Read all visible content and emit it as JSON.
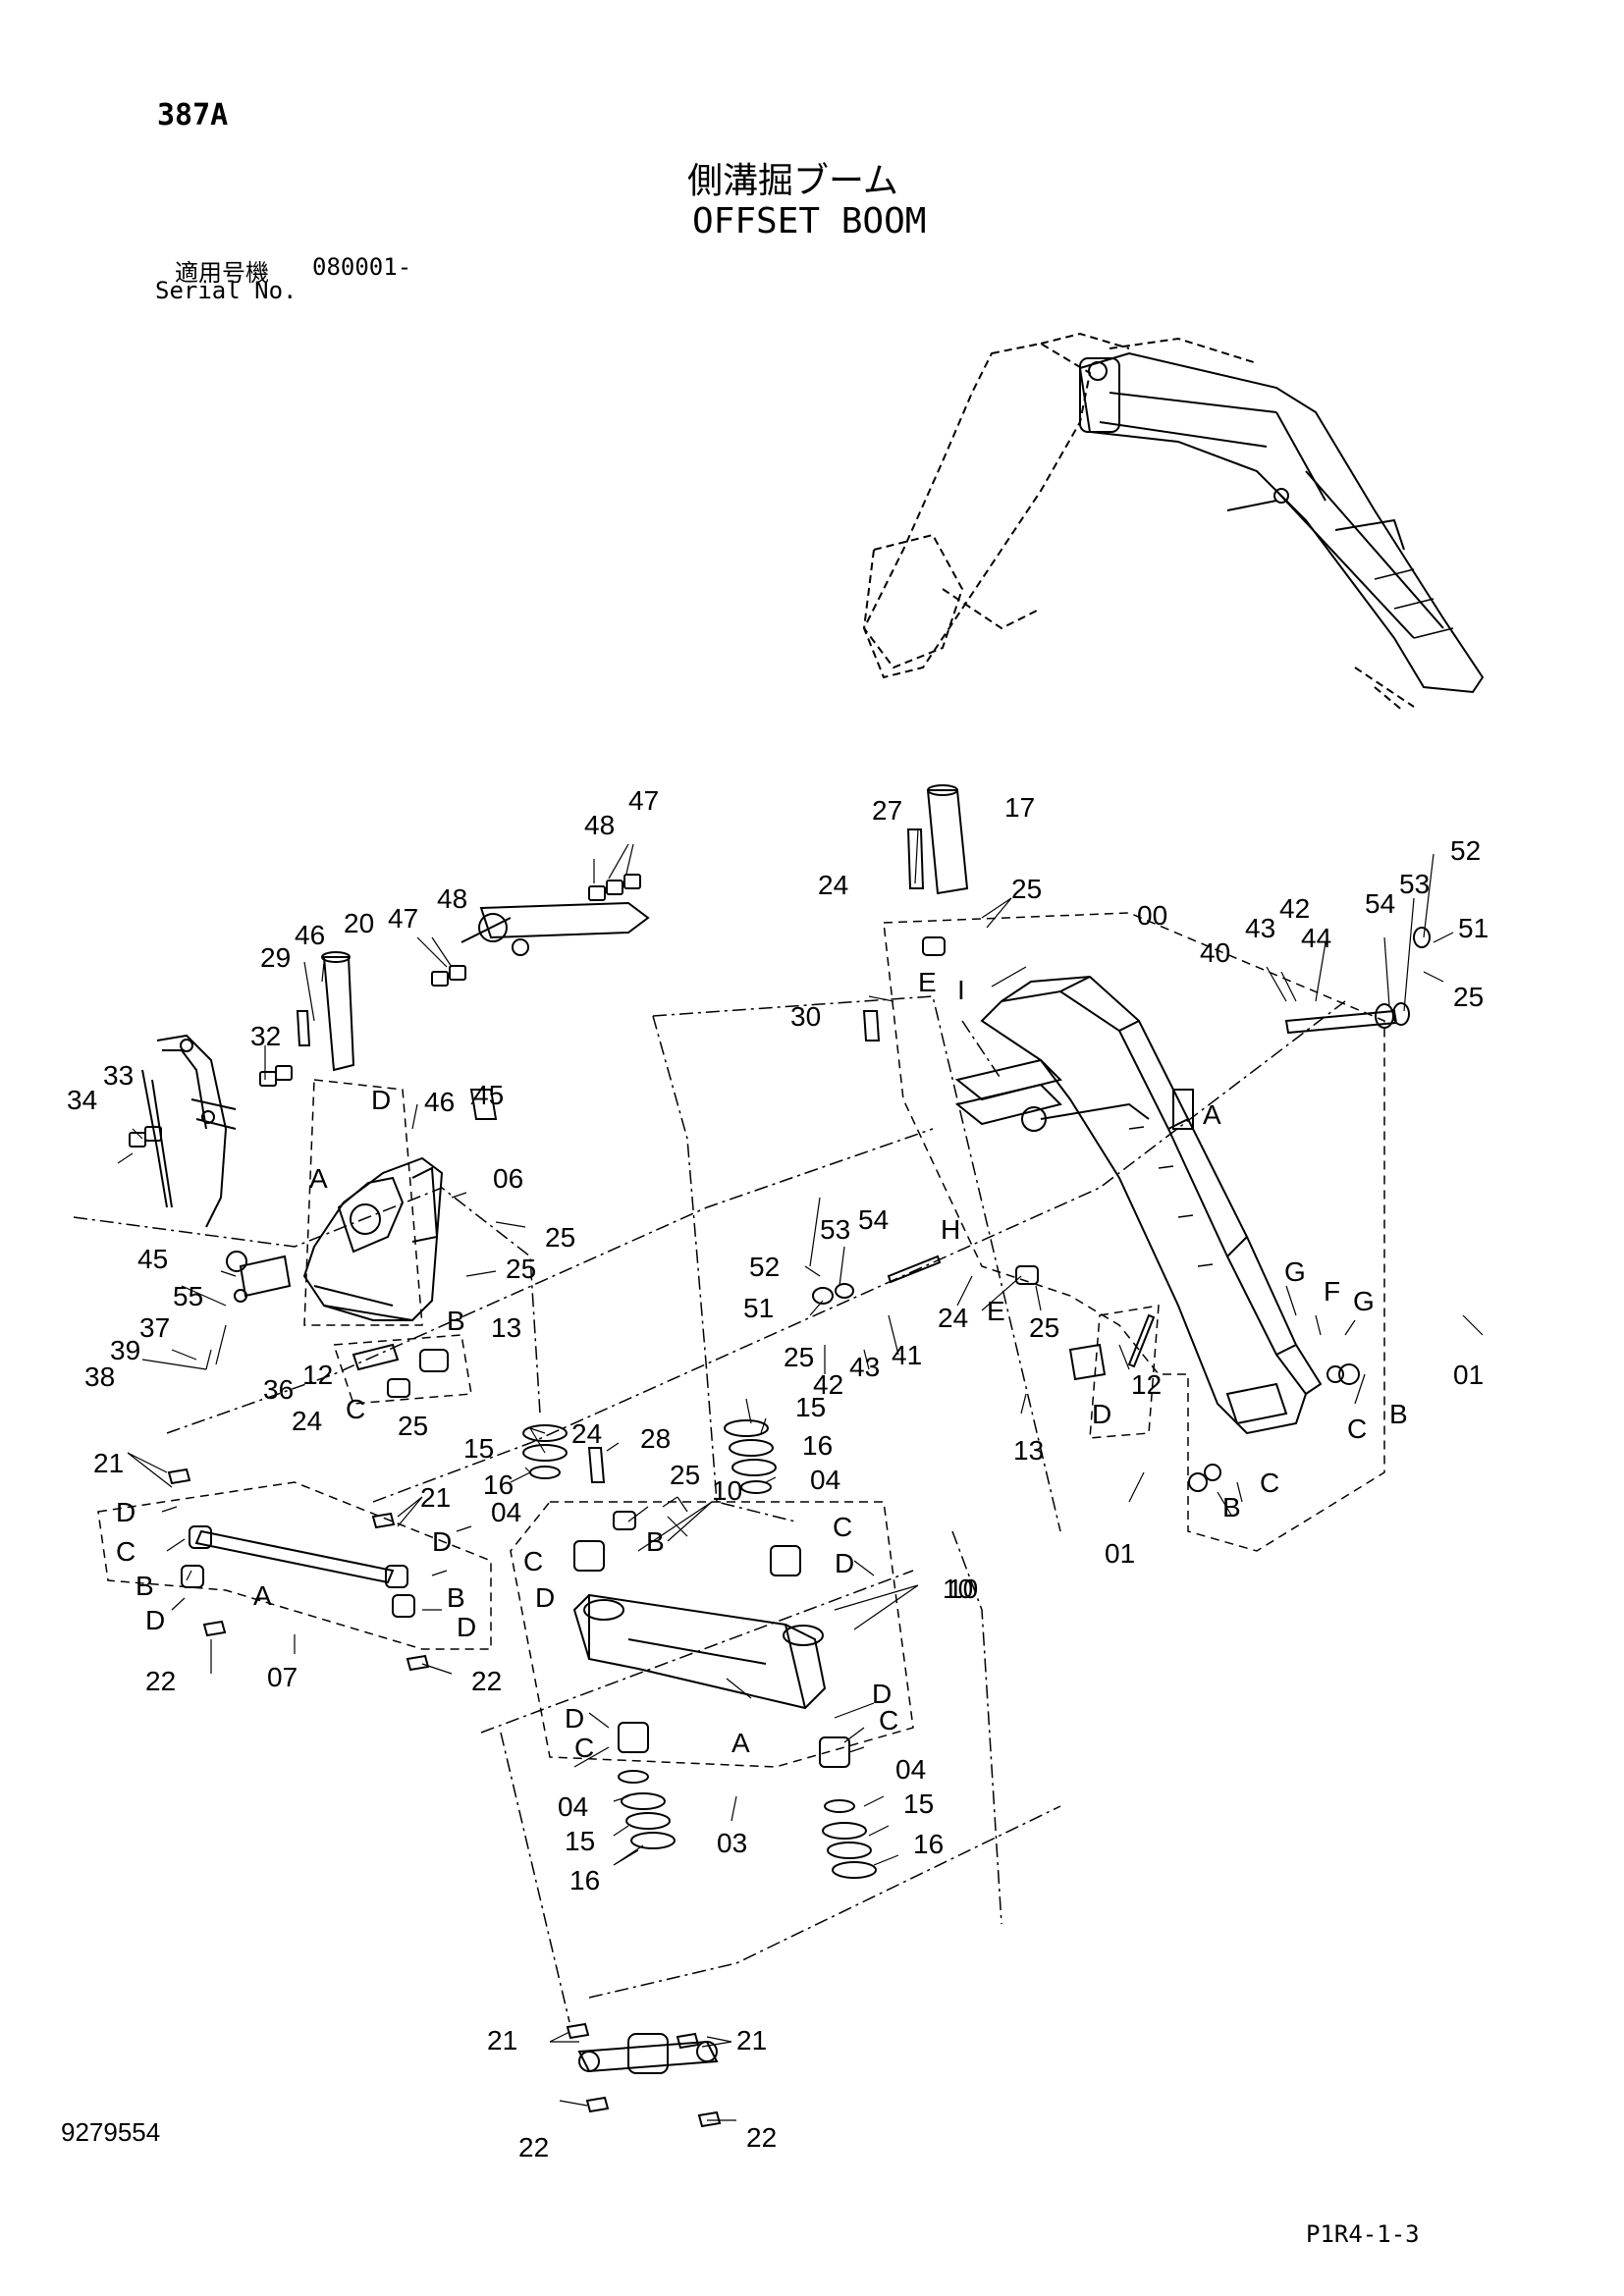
{
  "header": {
    "page_code": "387A",
    "title_jp": "側溝掘ブーム",
    "title_en": "OFFSET BOOM",
    "serial_label_jp": "適用号機",
    "serial_range": "080001-",
    "serial_label_en": "Serial No."
  },
  "footer": {
    "doc_number": "9279554",
    "page_ref": "P1R4-1-3"
  },
  "callouts": {
    "c48a": "48",
    "c47a": "47",
    "c27": "27",
    "c17": "17",
    "c52a": "52",
    "c24a": "24",
    "c25a": "25",
    "c00": "00",
    "c53a": "53",
    "c42a": "42",
    "c51a": "51",
    "c29": "29",
    "c46a": "46",
    "c20": "20",
    "c47b": "47",
    "c48b": "48",
    "c54a": "54",
    "c43a": "43",
    "c44": "44",
    "c40": "40",
    "c25b": "25",
    "c32": "32",
    "cEa": "E",
    "cIa": "I",
    "c30": "30",
    "c33": "33",
    "c34": "34",
    "cDa": "D",
    "c46b": "46",
    "c45a": "45",
    "cAa": "A",
    "c06": "06",
    "cAb": "A",
    "c25c": "25",
    "cHa": "H",
    "c54b": "54",
    "c53b": "53",
    "c45b": "45",
    "c25d": "25",
    "c52b": "52",
    "c55": "55",
    "c51b": "51",
    "cBa": "B",
    "c13a": "13",
    "c37": "37",
    "c24b": "24",
    "cEb": "E",
    "c25e": "25",
    "cGa": "G",
    "cFa": "F",
    "cGb": "G",
    "c39": "39",
    "c38": "38",
    "c36": "36",
    "c12a": "12",
    "c25f": "25",
    "c42b": "42",
    "c43b": "43",
    "c41": "41",
    "c01a": "01",
    "c12b": "12",
    "cCa": "C",
    "c24c": "24",
    "c25g": "25",
    "c15a": "15",
    "cBb": "B",
    "cCb": "C",
    "c13b": "13",
    "cDb": "D",
    "c21a": "21",
    "c15b": "15",
    "c24d": "24",
    "c28": "28",
    "c16a": "16",
    "c16b": "16",
    "c04a": "04",
    "c25h": "25",
    "c21b": "21",
    "cDc": "D",
    "c04b": "04",
    "c10a": "10",
    "cCc": "C",
    "c10b": "10",
    "cBc": "B",
    "cCd": "C",
    "cDd": "D",
    "cCe": "C",
    "cDe": "D",
    "cDf": "D",
    "cBd": "B",
    "c01b": "01",
    "cCf": "C",
    "cAc": "A",
    "cBe": "B",
    "cDg": "D",
    "cDh": "D",
    "c10c": "10",
    "c07": "07",
    "c22a": "22",
    "c22b": "22",
    "cDi": "D",
    "cDj": "D",
    "cCg": "C",
    "cCh": "C",
    "cAd": "A",
    "c04c": "04",
    "c15c": "15",
    "c16c": "16",
    "c04d": "04",
    "c15d": "15",
    "c03": "03",
    "c16d": "16",
    "c21c": "21",
    "c21d": "21",
    "c22c": "22",
    "c22d": "22"
  }
}
